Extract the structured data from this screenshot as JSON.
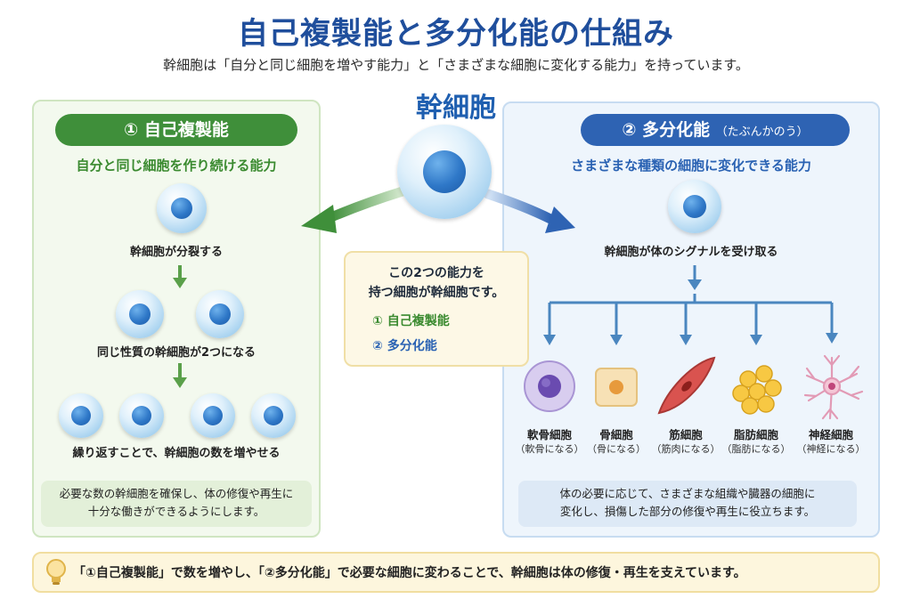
{
  "title": "自己複製能と多分化能の仕組み",
  "subtitle": "幹細胞は「自分と同じ細胞を増やす能力」と「さまざまな細胞に変化する能力」を持っています。",
  "center": {
    "stem_label": "幹細胞",
    "box_line1": "この2つの能力を",
    "box_line2": "持つ細胞が幹細胞です。",
    "item1": "① 自己複製能",
    "item2": "② 多分化能"
  },
  "left": {
    "title": "① 自己複製能",
    "description": "自分と同じ細胞を作り続ける能力",
    "step1": "幹細胞が分裂する",
    "step2": "同じ性質の幹細胞が2つになる",
    "step3": "繰り返すことで、幹細胞の数を増やせる",
    "note_line1": "必要な数の幹細胞を確保し、体の修復や再生に",
    "note_line2": "十分な働きができるようにします。"
  },
  "right": {
    "title": "② 多分化能",
    "title_reading": "（たぶんかのう）",
    "description": "さまざまな種類の細胞に変化できる能力",
    "step1": "幹細胞が体のシグナルを受け取る",
    "cell_types": [
      {
        "name": "軟骨細胞",
        "sub": "（軟骨になる）"
      },
      {
        "name": "骨細胞",
        "sub": "（骨になる）"
      },
      {
        "name": "筋細胞",
        "sub": "（筋肉になる）"
      },
      {
        "name": "脂肪細胞",
        "sub": "（脂肪になる）"
      },
      {
        "name": "神経細胞",
        "sub": "（神経になる）"
      }
    ],
    "note_line1": "体の必要に応じて、さまざまな組織や臓器の細胞に",
    "note_line2": "変化し、損傷した部分の修復や再生に役立ちます。"
  },
  "bottom_note": "「①自己複製能」で数を増やし、「②多分化能」で必要な細胞に変わることで、幹細胞は体の修復・再生を支えています。",
  "colors": {
    "green": "#3f8f3a",
    "blue": "#2e63b3",
    "title_blue": "#1f4e9c"
  }
}
